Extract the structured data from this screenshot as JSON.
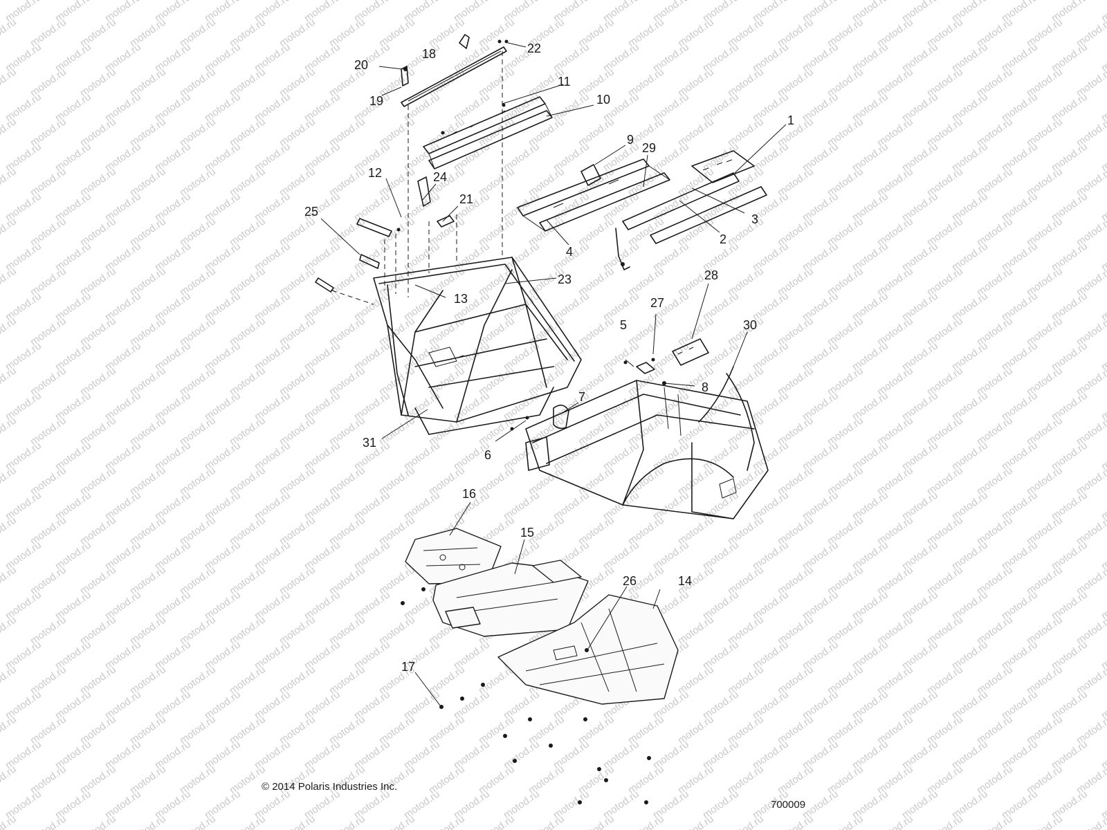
{
  "watermark": {
    "text": "motod.ru"
  },
  "callouts": [
    "1",
    "2",
    "3",
    "4",
    "5",
    "6",
    "7",
    "8",
    "9",
    "10",
    "11",
    "12",
    "13",
    "14",
    "15",
    "16",
    "17",
    "18",
    "19",
    "20",
    "21",
    "22",
    "23",
    "24",
    "25",
    "26",
    "27",
    "28",
    "29",
    "30",
    "31"
  ],
  "footer": {
    "copyright": "© 2014 Polaris Industries Inc.",
    "diagram_number": "700009"
  }
}
